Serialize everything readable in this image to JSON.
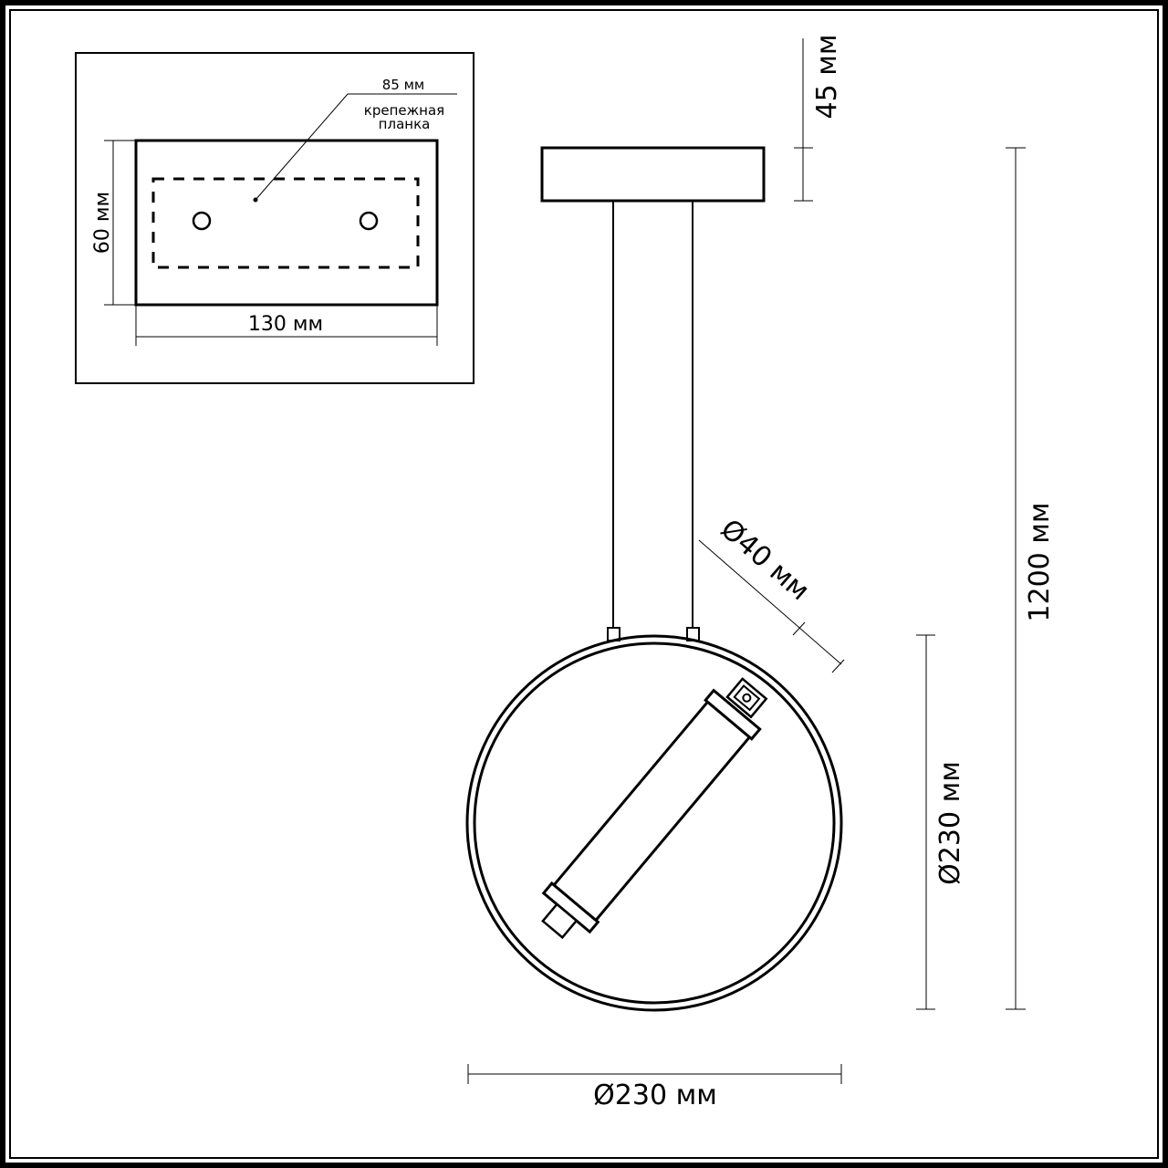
{
  "page": {
    "title": "Pendant lamp dimension drawing",
    "colors": {
      "line": "#000000",
      "background": "#ffffff"
    }
  },
  "mounting_plate_inset": {
    "width_label": "130 мм",
    "height_label": "60 мм",
    "bracket_size_label": "85 мм",
    "bracket_name_line1": "крепежная",
    "bracket_name_line2": "планка"
  },
  "lamp": {
    "canopy_height_label": "45 мм",
    "total_height_label": "1200 мм",
    "tube_diameter_label": "Ø40 мм",
    "ring_height_label": "Ø230 мм",
    "ring_width_label": "Ø230 мм"
  }
}
